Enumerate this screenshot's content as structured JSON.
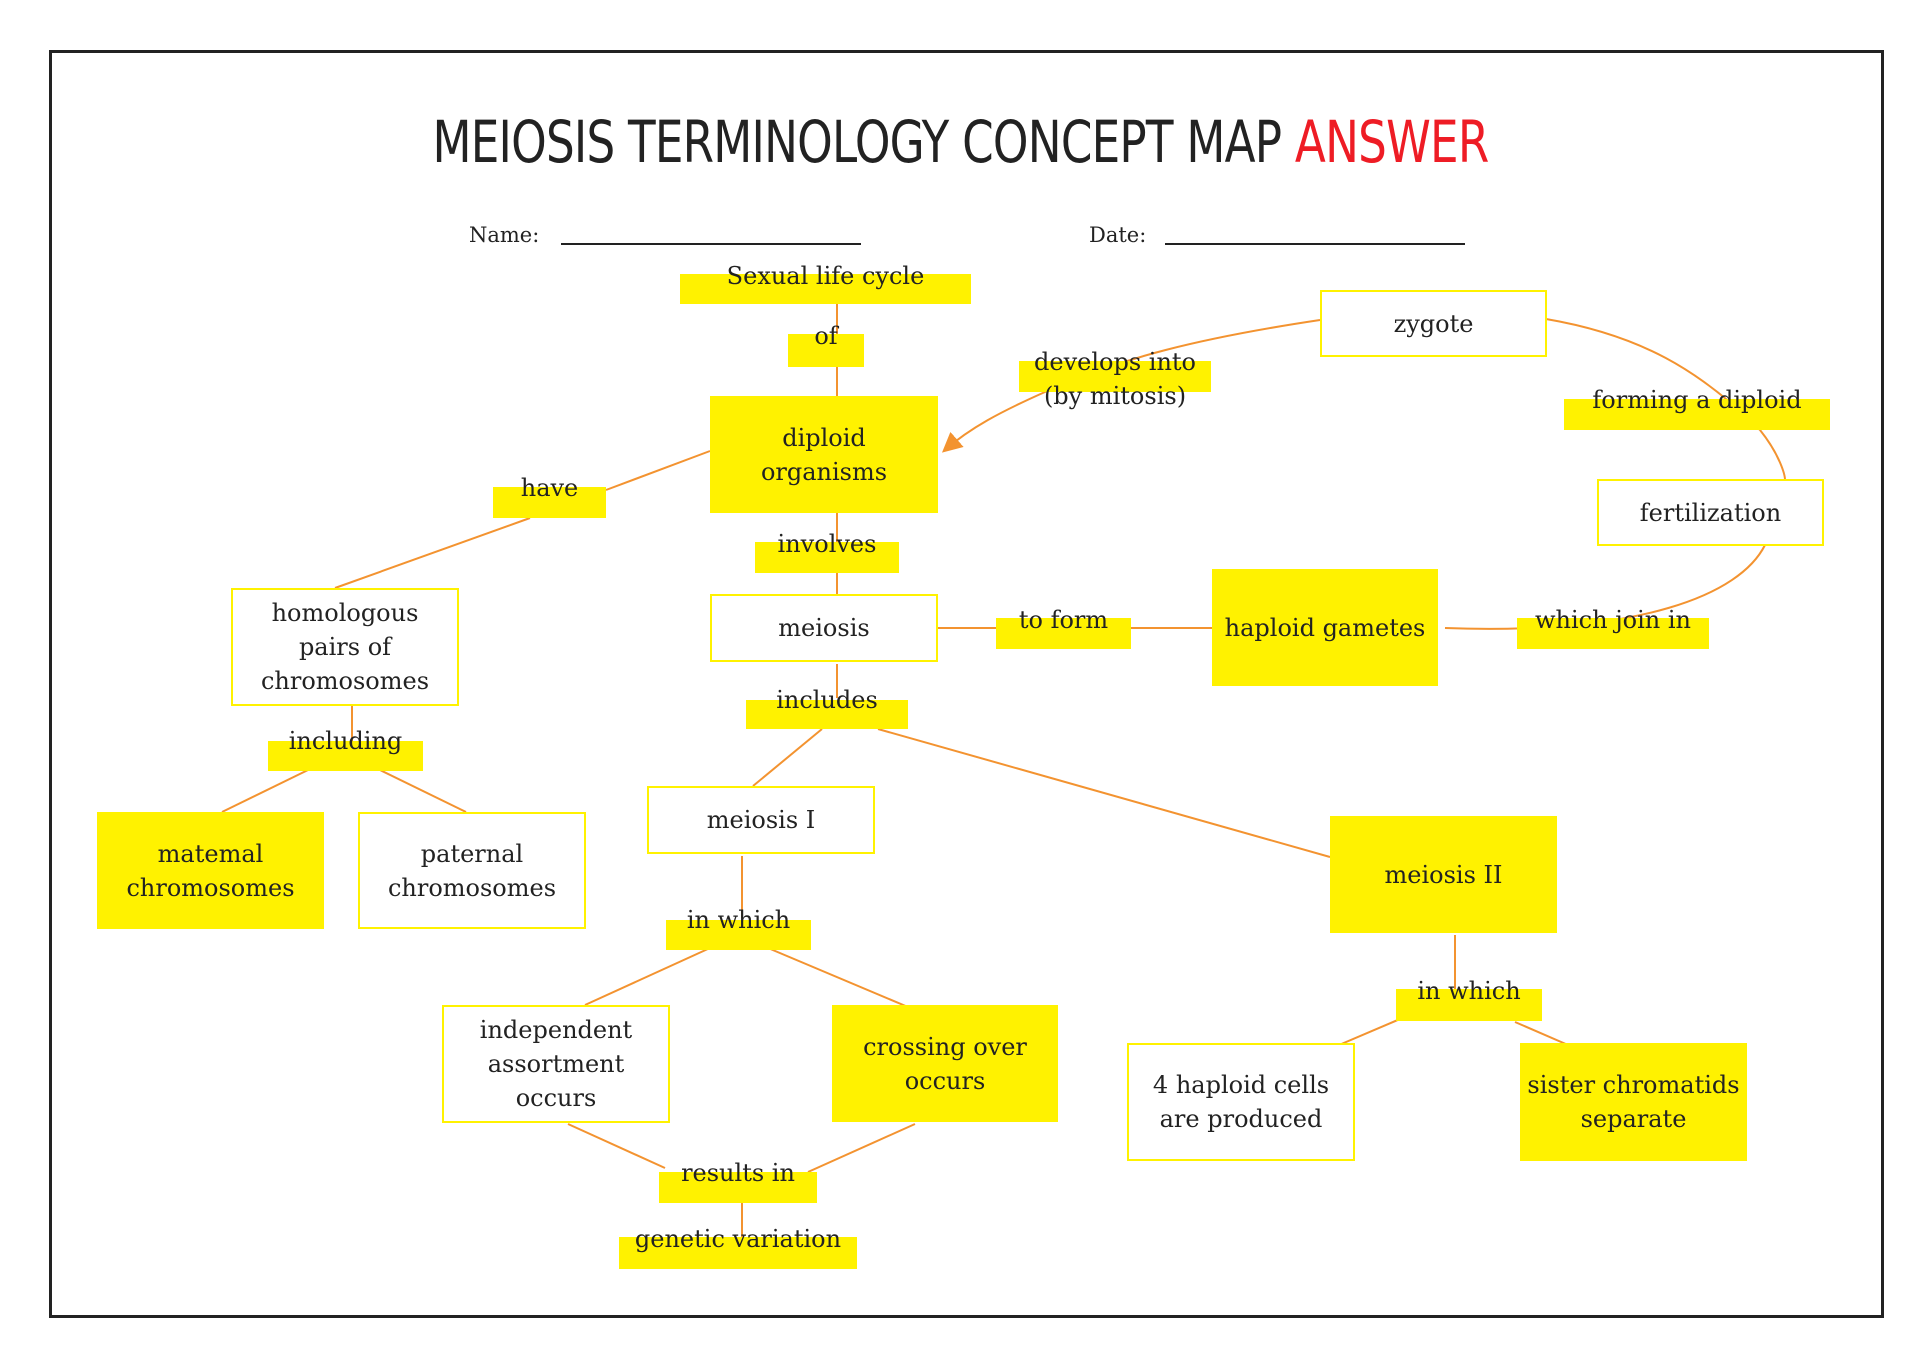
{
  "header": {
    "title_main": "MEIOSIS TERMINOLOGY CONCEPT MAP",
    "title_accent": "ANSWER",
    "name_label": "Name:",
    "date_label": "Date:"
  },
  "colors": {
    "highlight": "#fff200",
    "connector": "#f39330",
    "accent": "#ee1c25",
    "text": "#222222"
  },
  "nodes": {
    "diploid_organisms": "diploid organisms",
    "zygote": "zygote",
    "fertilization": "fertilization",
    "haploid_gametes": "haploid gametes",
    "meiosis": "meiosis",
    "homologous_pairs": "homologous pairs of chromosomes",
    "maternal_chromosomes": "matemal chromosomes",
    "paternal_chromosomes": "paternal chromosomes",
    "meiosis_1": "meiosis I",
    "meiosis_2": "meiosis II",
    "independent_assortment": "independent assortment occurs",
    "crossing_over": "crossing over occurs",
    "four_haploid_cells": "4 haploid cells are produced",
    "sister_chromatids": "sister chromatids separate",
    "genetic_variation": "genetic variation"
  },
  "labels": {
    "sexual_life_cycle": "Sexual life cycle",
    "of": "of",
    "develops_into": "develops into",
    "by_mitosis": "(by mitosis)",
    "forming_a_diploid": "forming a diploid",
    "have": "have",
    "involves": "involves",
    "to_form": "to form",
    "which_join_in": "which join in",
    "includes": "includes",
    "including": "including",
    "in_which_1": "in which",
    "in_which_2": "in which",
    "results_in": "results in"
  }
}
